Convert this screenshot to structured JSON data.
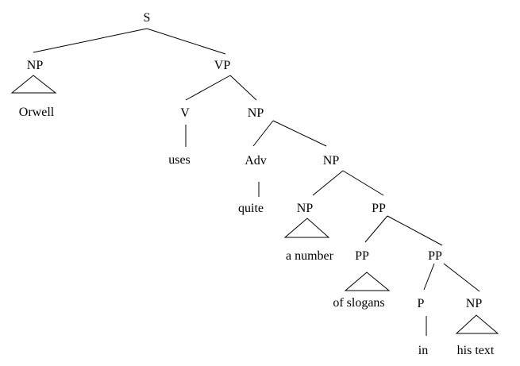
{
  "diagram": {
    "type": "syntax-tree",
    "nodes": {
      "s": "S",
      "np_subject": "NP",
      "orwell": "Orwell",
      "vp": "VP",
      "v": "V",
      "uses": "uses",
      "np_object": "NP",
      "adv": "Adv",
      "quite": "quite",
      "np_inner": "NP",
      "np_number": "NP",
      "a_number": "a number",
      "pp_outer": "PP",
      "pp_slogans": "PP",
      "of_slogans": "of slogans",
      "pp_in": "PP",
      "p": "P",
      "in": "in",
      "np_text": "NP",
      "his_text": "his text"
    },
    "colors": {
      "text": "#000000",
      "lines": "#000000",
      "background": "#ffffff"
    }
  }
}
